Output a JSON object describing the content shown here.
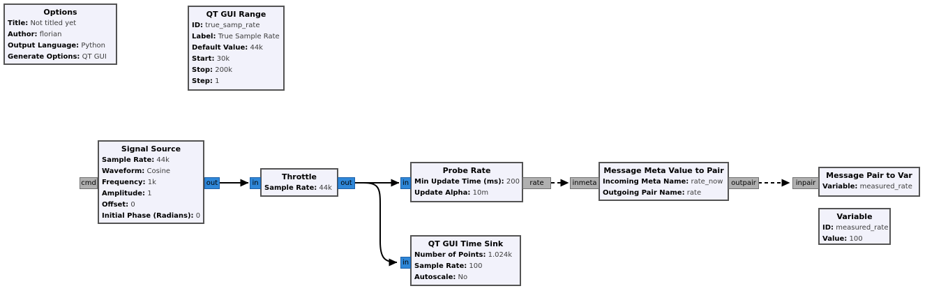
{
  "app": {
    "description": "GNU Radio Companion flowgraph canvas"
  },
  "colors": {
    "background": "#ffffff",
    "block_fill": "#f2f2fb",
    "block_border": "#535353",
    "stream_port_fill": "#2f87d8",
    "stream_port_border": "#1c5fa8",
    "message_port_fill": "#b0b0b0",
    "message_port_border": "#717171",
    "connection": "#000000"
  },
  "blocks": {
    "options": {
      "title": "Options",
      "params": [
        {
          "name": "Title:",
          "value": "Not titled yet"
        },
        {
          "name": "Author:",
          "value": "florian"
        },
        {
          "name": "Output Language:",
          "value": "Python"
        },
        {
          "name": "Generate Options:",
          "value": "QT GUI"
        }
      ]
    },
    "qt_gui_range": {
      "title": "QT GUI Range",
      "params": [
        {
          "name": "ID:",
          "value": "true_samp_rate"
        },
        {
          "name": "Label:",
          "value": "True Sample Rate"
        },
        {
          "name": "Default Value:",
          "value": "44k"
        },
        {
          "name": "Start:",
          "value": "30k"
        },
        {
          "name": "Stop:",
          "value": "200k"
        },
        {
          "name": "Step:",
          "value": "1"
        }
      ]
    },
    "signal_source": {
      "title": "Signal Source",
      "params": [
        {
          "name": "Sample Rate:",
          "value": "44k"
        },
        {
          "name": "Waveform:",
          "value": "Cosine"
        },
        {
          "name": "Frequency:",
          "value": "1k"
        },
        {
          "name": "Amplitude:",
          "value": "1"
        },
        {
          "name": "Offset:",
          "value": "0"
        },
        {
          "name": "Initial Phase (Radians):",
          "value": "0"
        }
      ],
      "ports": {
        "cmd": "cmd",
        "out": "out"
      }
    },
    "throttle": {
      "title": "Throttle",
      "params": [
        {
          "name": "Sample Rate:",
          "value": "44k"
        }
      ],
      "ports": {
        "in": "in",
        "out": "out"
      }
    },
    "probe_rate": {
      "title": "Probe Rate",
      "params": [
        {
          "name": "Min Update Time (ms):",
          "value": "200"
        },
        {
          "name": "Update Alpha:",
          "value": "10m"
        }
      ],
      "ports": {
        "in": "in",
        "rate": "rate"
      }
    },
    "qt_gui_time_sink": {
      "title": "QT GUI Time Sink",
      "params": [
        {
          "name": "Number of Points:",
          "value": "1.024k"
        },
        {
          "name": "Sample Rate:",
          "value": "100"
        },
        {
          "name": "Autoscale:",
          "value": "No"
        }
      ],
      "ports": {
        "in": "in"
      }
    },
    "message_meta_value_to_pair": {
      "title": "Message Meta Value to Pair",
      "params": [
        {
          "name": "Incoming Meta Name:",
          "value": "rate_now"
        },
        {
          "name": "Outgoing Pair Name:",
          "value": "rate"
        }
      ],
      "ports": {
        "inmeta": "inmeta",
        "outpair": "outpair"
      }
    },
    "message_pair_to_var": {
      "title": "Message Pair to Var",
      "params": [
        {
          "name": "Variable:",
          "value": "measured_rate"
        }
      ],
      "ports": {
        "inpair": "inpair"
      }
    },
    "variable": {
      "title": "Variable",
      "params": [
        {
          "name": "ID:",
          "value": "measured_rate"
        },
        {
          "name": "Value:",
          "value": "100"
        }
      ]
    }
  }
}
